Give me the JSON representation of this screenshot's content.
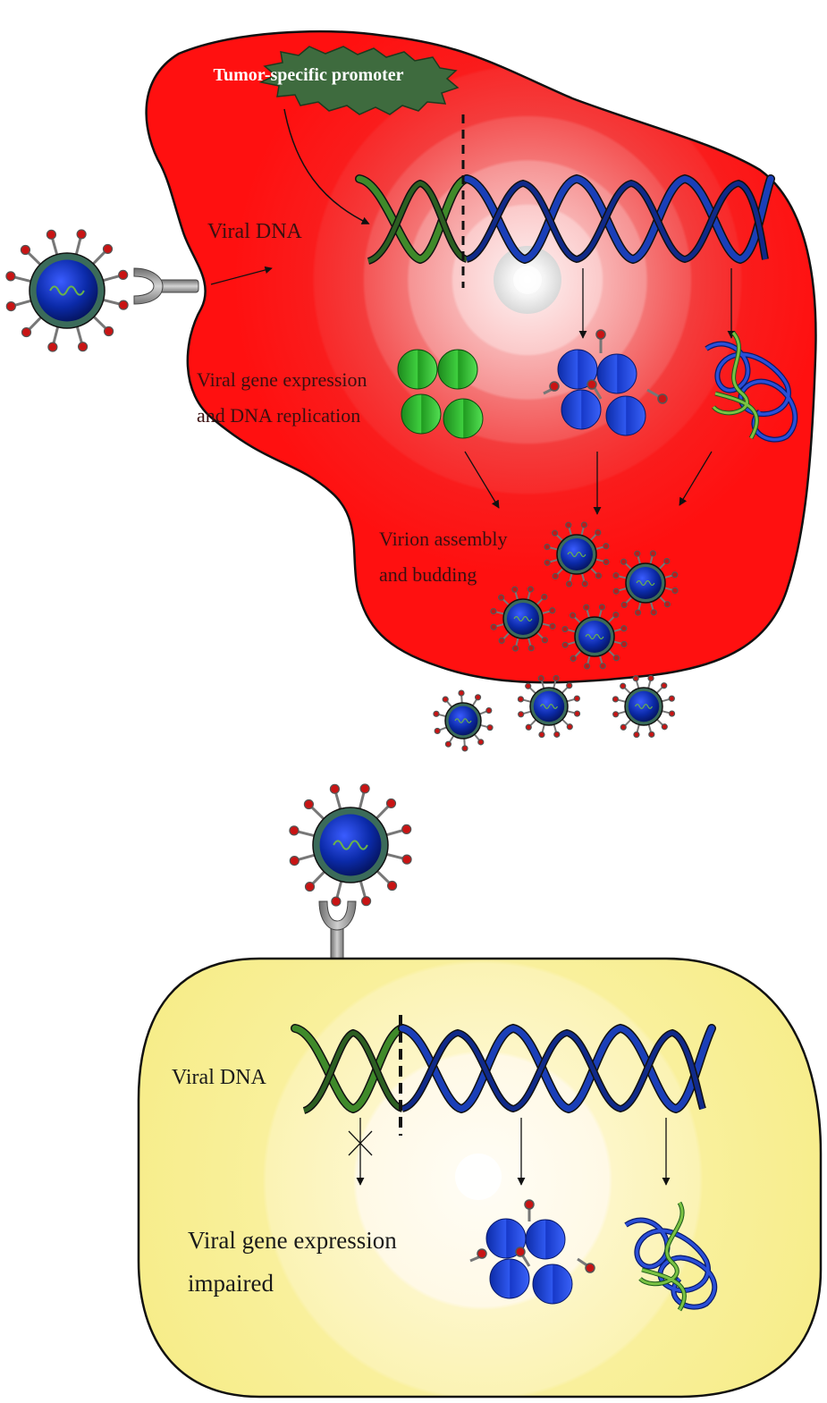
{
  "tumor_cell": {
    "promoter_label": "Tumor-specific promoter",
    "viral_dna_label": "Viral DNA",
    "expression_label_line1": "Viral gene expression",
    "expression_label_line2": "and DNA replication",
    "assembly_label_line1": "Virion assembly",
    "assembly_label_line2": "and budding"
  },
  "normal_cell": {
    "viral_dna_label": "Viral DNA",
    "impaired_label_line1": "Viral gene expression",
    "impaired_label_line2": "impaired"
  },
  "colors": {
    "tumor_cell_fill": "#ff1a1a",
    "tumor_cell_glow": "#ffffff",
    "normal_cell_fill": "#f8f29a",
    "normal_cell_glow": "#fffbe8",
    "promoter_fill": "#3e6b3e",
    "promoter_segment": "#3f8a2a",
    "gene_segment": "#1a3fb8",
    "early_protein": "#2fb12f",
    "late_protein": "#1438d8",
    "virion_core": "#0a1f9a",
    "virion_shell": "#3b6b5a",
    "spike_tip": "#c81414"
  }
}
